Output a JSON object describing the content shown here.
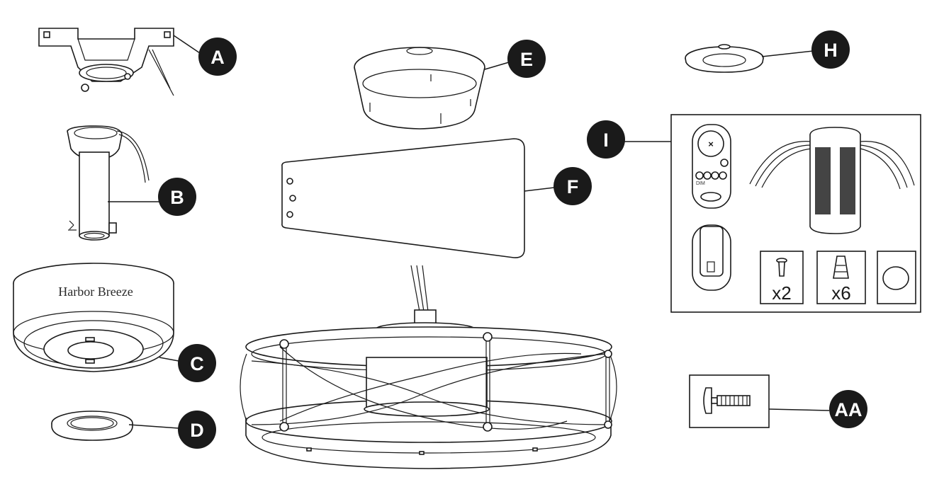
{
  "parts": [
    {
      "id": "A",
      "label": "A"
    },
    {
      "id": "B",
      "label": "B"
    },
    {
      "id": "C",
      "label": "C"
    },
    {
      "id": "D",
      "label": "D"
    },
    {
      "id": "E",
      "label": "E"
    },
    {
      "id": "F",
      "label": "F"
    },
    {
      "id": "H",
      "label": "H"
    },
    {
      "id": "I",
      "label": "I"
    },
    {
      "id": "AA",
      "label": "AA"
    }
  ],
  "motor_housing": {
    "brand": "Harbor Breeze"
  },
  "kit_i": {
    "remote_dim_label": "DIM",
    "screw_qty": "x2",
    "wire_nut_qty": "x6"
  },
  "colors": {
    "callout_fill": "#1a1a1a",
    "callout_text": "#ffffff",
    "line": "#1a1a1a"
  }
}
